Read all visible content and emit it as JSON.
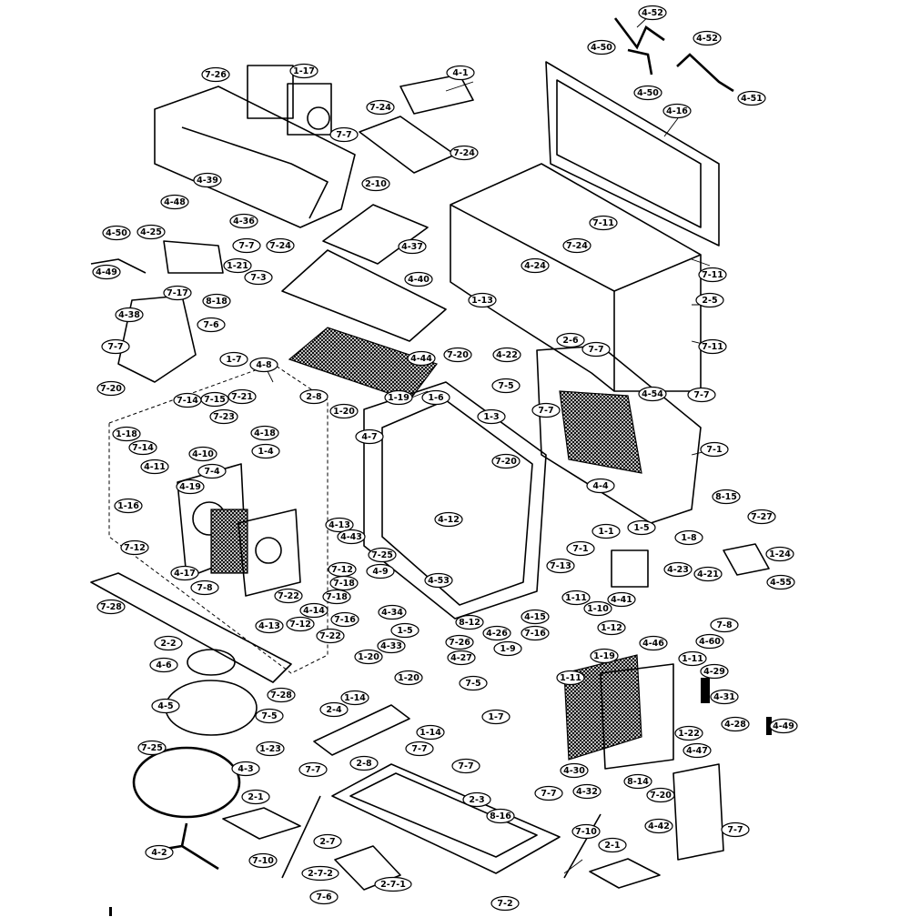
{
  "callouts": [
    {
      "id": "c1",
      "label": "4-52"
    },
    {
      "id": "c2",
      "label": "4-50"
    },
    {
      "id": "c3",
      "label": "4-52"
    },
    {
      "id": "c4",
      "label": "4-50"
    },
    {
      "id": "c5",
      "label": "4-51"
    },
    {
      "id": "c6",
      "label": "4-16"
    },
    {
      "id": "c7",
      "label": "7-26"
    },
    {
      "id": "c8",
      "label": "1-17"
    },
    {
      "id": "c9",
      "label": "4-1"
    },
    {
      "id": "c10",
      "label": "7-24"
    },
    {
      "id": "c11",
      "label": "7-7"
    },
    {
      "id": "c12",
      "label": "7-24"
    },
    {
      "id": "c13",
      "label": "2-10"
    },
    {
      "id": "c14",
      "label": "4-39"
    },
    {
      "id": "c15",
      "label": "4-48"
    },
    {
      "id": "c16",
      "label": "4-36"
    },
    {
      "id": "c17",
      "label": "4-37"
    },
    {
      "id": "c18",
      "label": "7-11"
    },
    {
      "id": "c19",
      "label": "7-24"
    },
    {
      "id": "c20",
      "label": "7-11"
    },
    {
      "id": "c21",
      "label": "2-5"
    },
    {
      "id": "c22",
      "label": "7-11"
    },
    {
      "id": "c23",
      "label": "4-25"
    },
    {
      "id": "c24",
      "label": "4-50"
    },
    {
      "id": "c25",
      "label": "4-49"
    },
    {
      "id": "c26",
      "label": "7-7"
    },
    {
      "id": "c27",
      "label": "7-24"
    },
    {
      "id": "c28",
      "label": "1-21"
    },
    {
      "id": "c29",
      "label": "7-3"
    },
    {
      "id": "c30",
      "label": "8-18"
    },
    {
      "id": "c31",
      "label": "4-40"
    },
    {
      "id": "c32",
      "label": "4-24"
    },
    {
      "id": "c33",
      "label": "1-13"
    },
    {
      "id": "c34",
      "label": "7-17"
    },
    {
      "id": "c35",
      "label": "4-38"
    },
    {
      "id": "c36",
      "label": "7-6"
    },
    {
      "id": "c37",
      "label": "2-6"
    },
    {
      "id": "c38",
      "label": "7-7"
    },
    {
      "id": "c39",
      "label": "1-7"
    },
    {
      "id": "c40",
      "label": "7-7"
    },
    {
      "id": "c41",
      "label": "4-22"
    },
    {
      "id": "c42",
      "label": "7-20"
    },
    {
      "id": "c43",
      "label": "4-44"
    },
    {
      "id": "c44",
      "label": "7-20"
    },
    {
      "id": "c45",
      "label": "4-8"
    },
    {
      "id": "c46",
      "label": "1-19"
    },
    {
      "id": "c47",
      "label": "1-6"
    },
    {
      "id": "c48",
      "label": "7-5"
    },
    {
      "id": "c49",
      "label": "4-54"
    },
    {
      "id": "c50",
      "label": "7-7"
    },
    {
      "id": "c51",
      "label": "7-14"
    },
    {
      "id": "c52",
      "label": "7-15"
    },
    {
      "id": "c53",
      "label": "7-21"
    },
    {
      "id": "c54",
      "label": "2-8"
    },
    {
      "id": "c55",
      "label": "1-20"
    },
    {
      "id": "c56",
      "label": "7-23"
    },
    {
      "id": "c57",
      "label": "1-18"
    },
    {
      "id": "c58",
      "label": "4-18"
    },
    {
      "id": "c59",
      "label": "1-3"
    },
    {
      "id": "c60",
      "label": "7-7"
    },
    {
      "id": "c61",
      "label": "4-7"
    },
    {
      "id": "c62",
      "label": "7-14"
    },
    {
      "id": "c63",
      "label": "4-10"
    },
    {
      "id": "c64",
      "label": "1-4"
    },
    {
      "id": "c65",
      "label": "7-1"
    },
    {
      "id": "c66",
      "label": "4-11"
    },
    {
      "id": "c67",
      "label": "7-4"
    },
    {
      "id": "c68",
      "label": "7-20"
    },
    {
      "id": "c69",
      "label": "8-15"
    },
    {
      "id": "c70",
      "label": "4-19"
    },
    {
      "id": "c71",
      "label": "4-4"
    },
    {
      "id": "c72",
      "label": "1-16"
    },
    {
      "id": "c73",
      "label": "4-12"
    },
    {
      "id": "c74",
      "label": "7-27"
    },
    {
      "id": "c75",
      "label": "1-5"
    },
    {
      "id": "c76",
      "label": "1-8"
    },
    {
      "id": "c77",
      "label": "7-12"
    },
    {
      "id": "c78",
      "label": "4-13"
    },
    {
      "id": "c79",
      "label": "4-43"
    },
    {
      "id": "c80",
      "label": "1-1"
    },
    {
      "id": "c81",
      "label": "7-1"
    },
    {
      "id": "c82",
      "label": "1-24"
    },
    {
      "id": "c83",
      "label": "4-17"
    },
    {
      "id": "c84",
      "label": "7-25"
    },
    {
      "id": "c85",
      "label": "4-55"
    },
    {
      "id": "c86",
      "label": "7-8"
    },
    {
      "id": "c87",
      "label": "7-12"
    },
    {
      "id": "c88",
      "label": "7-18"
    },
    {
      "id": "c89",
      "label": "4-9"
    },
    {
      "id": "c90",
      "label": "7-13"
    },
    {
      "id": "c91",
      "label": "4-23"
    },
    {
      "id": "c92",
      "label": "4-21"
    },
    {
      "id": "c93",
      "label": "7-18"
    },
    {
      "id": "c94",
      "label": "7-22"
    },
    {
      "id": "c95",
      "label": "4-41"
    },
    {
      "id": "c96",
      "label": "1-11"
    },
    {
      "id": "c97",
      "label": "1-10"
    },
    {
      "id": "c98",
      "label": "7-28"
    },
    {
      "id": "c99",
      "label": "4-14"
    },
    {
      "id": "c100",
      "label": "7-16"
    },
    {
      "id": "c101",
      "label": "4-34"
    },
    {
      "id": "c102",
      "label": "4-53"
    },
    {
      "id": "c103",
      "label": "8-12"
    },
    {
      "id": "c104",
      "label": "4-15"
    },
    {
      "id": "c105",
      "label": "7-8"
    },
    {
      "id": "c106",
      "label": "4-13"
    },
    {
      "id": "c107",
      "label": "7-12"
    },
    {
      "id": "c108",
      "label": "7-22"
    },
    {
      "id": "c109",
      "label": "1-5"
    },
    {
      "id": "c110",
      "label": "4-26"
    },
    {
      "id": "c111",
      "label": "7-16"
    },
    {
      "id": "c112",
      "label": "1-12"
    },
    {
      "id": "c113",
      "label": "4-60"
    },
    {
      "id": "c114",
      "label": "2-2"
    },
    {
      "id": "c115",
      "label": "4-33"
    },
    {
      "id": "c116",
      "label": "7-26"
    },
    {
      "id": "c117",
      "label": "1-9"
    },
    {
      "id": "c118",
      "label": "1-19"
    },
    {
      "id": "c119",
      "label": "4-46"
    },
    {
      "id": "c120",
      "label": "1-11"
    },
    {
      "id": "c121",
      "label": "1-20"
    },
    {
      "id": "c122",
      "label": "4-27"
    },
    {
      "id": "c123",
      "label": "4-6"
    },
    {
      "id": "c124",
      "label": "1-20"
    },
    {
      "id": "c125",
      "label": "7-5"
    },
    {
      "id": "c126",
      "label": "1-11"
    },
    {
      "id": "c127",
      "label": "4-29"
    },
    {
      "id": "c128",
      "label": "4-31"
    },
    {
      "id": "c129",
      "label": "1-14"
    },
    {
      "id": "c130",
      "label": "7-28"
    },
    {
      "id": "c131",
      "label": "4-5"
    },
    {
      "id": "c132",
      "label": "2-4"
    },
    {
      "id": "c133",
      "label": "7-5"
    },
    {
      "id": "c134",
      "label": "1-7"
    },
    {
      "id": "c135",
      "label": "1-14"
    },
    {
      "id": "c136",
      "label": "4-28"
    },
    {
      "id": "c137",
      "label": "4-49"
    },
    {
      "id": "c138",
      "label": "1-22"
    },
    {
      "id": "c139",
      "label": "1-23"
    },
    {
      "id": "c140",
      "label": "7-25"
    },
    {
      "id": "c141",
      "label": "7-7"
    },
    {
      "id": "c142",
      "label": "4-47"
    },
    {
      "id": "c143",
      "label": "7-7"
    },
    {
      "id": "c144",
      "label": "4-30"
    },
    {
      "id": "c145",
      "label": "4-3"
    },
    {
      "id": "c146",
      "label": "7-7"
    },
    {
      "id": "c147",
      "label": "8-14"
    },
    {
      "id": "c148",
      "label": "2-8"
    },
    {
      "id": "c149",
      "label": "2-3"
    },
    {
      "id": "c150",
      "label": "7-7"
    },
    {
      "id": "c151",
      "label": "7-20"
    },
    {
      "id": "c152",
      "label": "2-1"
    },
    {
      "id": "c153",
      "label": "8-16"
    },
    {
      "id": "c154",
      "label": "4-32"
    },
    {
      "id": "c155",
      "label": "4-42"
    },
    {
      "id": "c156",
      "label": "7-10"
    },
    {
      "id": "c157",
      "label": "7-7"
    },
    {
      "id": "c158",
      "label": "2-7"
    },
    {
      "id": "c159",
      "label": "4-2"
    },
    {
      "id": "c160",
      "label": "7-10"
    },
    {
      "id": "c161",
      "label": "2-1"
    },
    {
      "id": "c162",
      "label": "2-7-2"
    },
    {
      "id": "c163",
      "label": "2-7-1"
    },
    {
      "id": "c164",
      "label": "7-6"
    },
    {
      "id": "c165",
      "label": "7-2"
    }
  ]
}
